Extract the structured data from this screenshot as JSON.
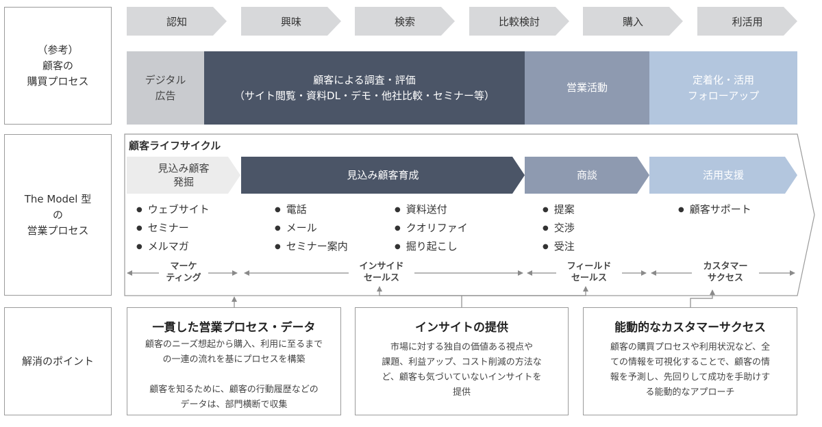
{
  "row_labels": {
    "reference": "（参考）\n顧客の\n購買プロセス",
    "model": "The Model 型\nの\n営業プロセス",
    "solution": "解消のポイント"
  },
  "stages": [
    "認知",
    "興味",
    "検索",
    "比較検討",
    "購入",
    "利活用"
  ],
  "purchase_segments": [
    {
      "label": "デジタル\n広告",
      "color": "#c9cbcf",
      "text_color": "#444444"
    },
    {
      "label": "顧客による調査・評価\n（サイト閲覧・資料DL・デモ・他社比較・セミナー等）",
      "color": "#4b5567",
      "text_color": "#ffffff"
    },
    {
      "label": "営業活動",
      "color": "#8e9ab0",
      "text_color": "#ffffff"
    },
    {
      "label": "定着化・活用\nフォローアップ",
      "color": "#b3c6de",
      "text_color": "#ffffff"
    }
  ],
  "lifecycle": {
    "title": "顧客ライフサイクル",
    "phases": [
      {
        "label": "見込み顧客\n発掘",
        "color": "#ececec",
        "text_color": "#444444"
      },
      {
        "label": "見込み顧客育成",
        "color": "#4b5567",
        "text_color": "#ffffff"
      },
      {
        "label": "商談",
        "color": "#8e9ab0",
        "text_color": "#ffffff"
      },
      {
        "label": "活用支援",
        "color": "#b3c6de",
        "text_color": "#ffffff"
      }
    ],
    "bullets": {
      "discovery": [
        "ウェブサイト",
        "セミナー",
        "メルマガ"
      ],
      "nurture_col1": [
        "電話",
        "メール",
        "セミナー案内"
      ],
      "nurture_col2": [
        "資料送付",
        "クオリファイ",
        "掘り起こし"
      ],
      "deal": [
        "提案",
        "交渉",
        "受注"
      ],
      "support": [
        "顧客サポート"
      ]
    },
    "roles": [
      "マーケ\nティング",
      "インサイド\nセールス",
      "フィールド\nセールス",
      "カスタマー\nサクセス"
    ]
  },
  "solutions": [
    {
      "title": "一貫した営業プロセス・データ",
      "body": "顧客のニーズ想起から購入、利用に至るまで\nの一連の流れを基にプロセスを構築\n\n顧客を知るために、顧客の行動履歴などの\nデータは、部門横断で収集"
    },
    {
      "title": "インサイトの提供",
      "body": "市場に対する独自の価値ある視点や\n課題、利益アップ、コスト削減の方法な\nど、顧客も気づいていないインサイトを\n提供"
    },
    {
      "title": "能動的なカスタマーサクセス",
      "body": "顧客の購買プロセスや利用状況など、全\nての情報を可視化することで、顧客の情\n報を予測し、先回りして成功を手助けす\nる能動的なアプローチ"
    }
  ]
}
